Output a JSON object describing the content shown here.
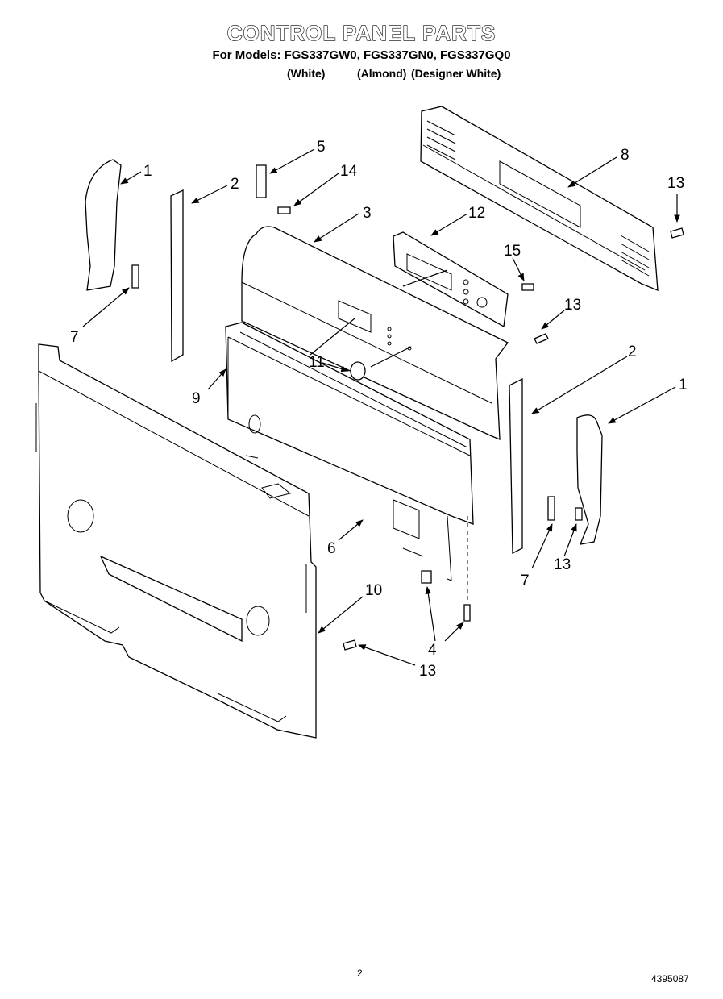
{
  "header": {
    "title": "CONTROL PANEL PARTS",
    "models_line": "For Models: FGS337GW0, FGS337GN0, FGS337GQ0",
    "finishes": [
      "(White)",
      "(Almond)",
      "(Designer White)"
    ]
  },
  "callouts": {
    "1_left": "1",
    "2_left": "2",
    "5": "5",
    "14": "14",
    "3": "3",
    "12": "12",
    "8": "8",
    "13_top_right": "13",
    "15": "15",
    "13_mid": "13",
    "7_left": "7",
    "11": "11",
    "9": "9",
    "2_right": "2",
    "1_right": "1",
    "6": "6",
    "7_right": "7",
    "13_right": "13",
    "10": "10",
    "4": "4",
    "13_bottom": "13"
  },
  "footer": {
    "page_number": "2",
    "document_number": "4395087"
  }
}
